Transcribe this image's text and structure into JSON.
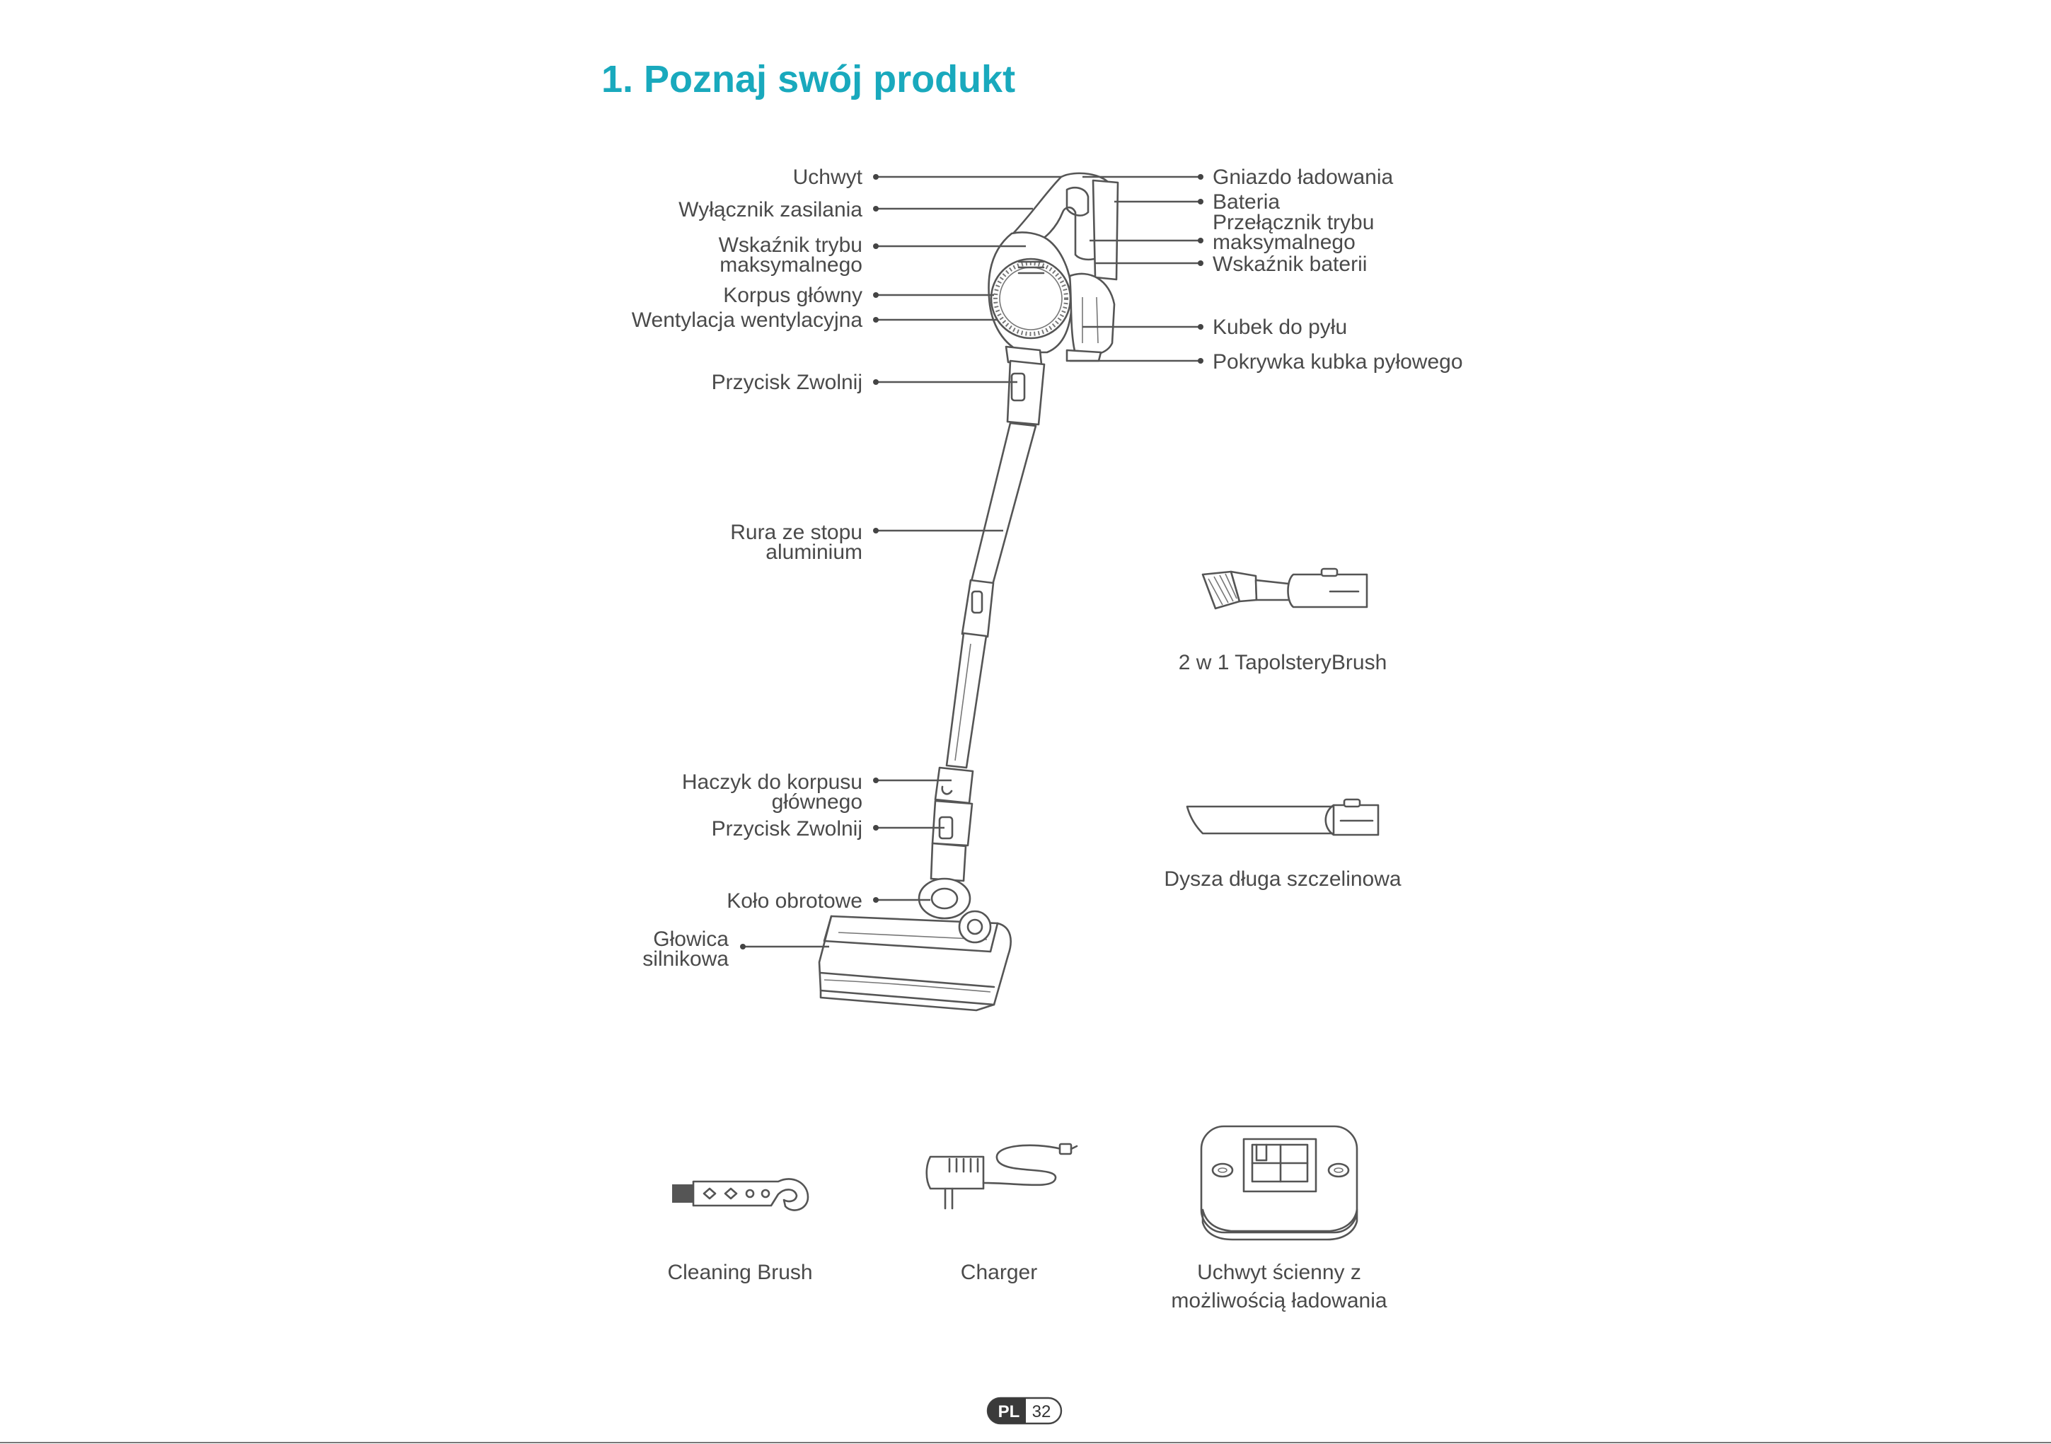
{
  "title": "1. Poznaj swój produkt",
  "labels_left": {
    "uchwyt": "Uchwyt",
    "wylacznik": "Wyłącznik zasilania",
    "wskaznik_1": "Wskaźnik trybu",
    "wskaznik_2": "maksymalnego",
    "korpus": "Korpus główny",
    "wentylacja": "Wentylacja wentylacyjna",
    "przycisk_1": "Przycisk Zwolnij",
    "rura_1": "Rura ze stopu",
    "rura_2": "aluminium",
    "haczyk_1": "Haczyk do korpusu",
    "haczyk_2": "głównego",
    "przycisk_2": "Przycisk Zwolnij",
    "kolo": "Koło obrotowe",
    "glowica_1": "Głowica",
    "glowica_2": "silnikowa"
  },
  "labels_right": {
    "gniazdo": "Gniazdo ładowania",
    "bateria": "Bateria",
    "przelacznik_1": "Przełącznik trybu",
    "przelacznik_2": "maksymalnego",
    "wskaznik_baterii": "Wskaźnik baterii",
    "kubek": "Kubek do pyłu",
    "pokrywka": "Pokrywka kubka pyłowego"
  },
  "accessories": {
    "brush_2in1": "2 w 1 TapolsteryBrush",
    "crevice": "Dysza długa szczelinowa",
    "cleaning_brush": "Cleaning Brush",
    "charger": "Charger",
    "wall_mount_1": "Uchwyt ścienny z",
    "wall_mount_2": "możliwością ładowania"
  },
  "footer": {
    "lang": "PL",
    "page": "32"
  },
  "colors": {
    "title": "#19a9bd",
    "line_art": "#555555",
    "text": "#4a4a4a"
  }
}
